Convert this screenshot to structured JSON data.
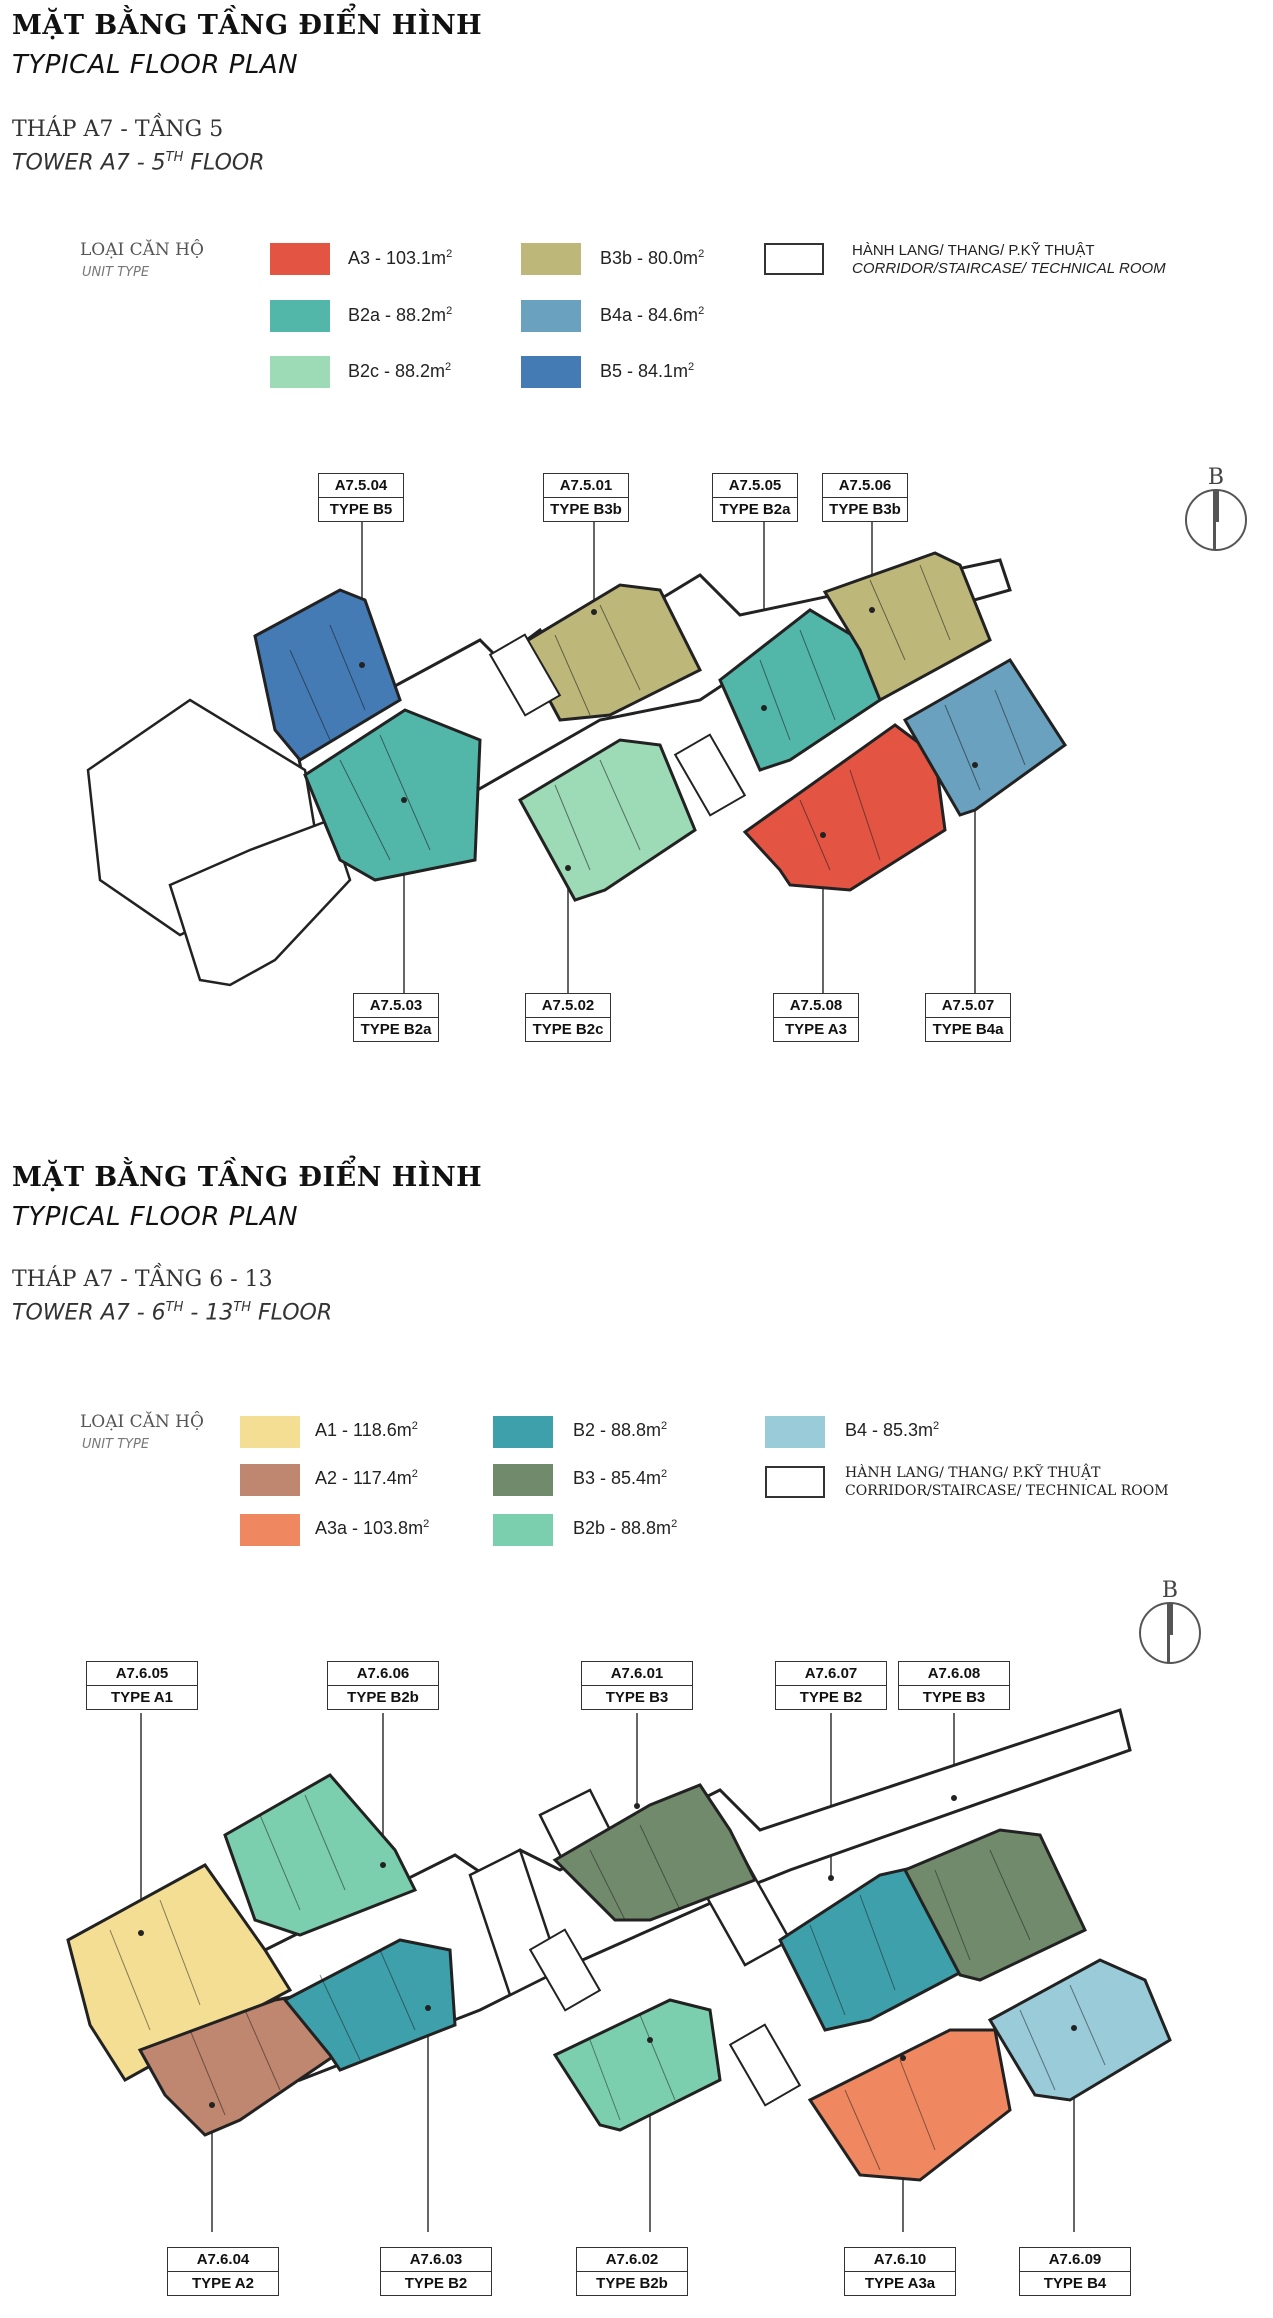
{
  "floor5": {
    "title_vn": "MẶT BẰNG TẦNG ĐIỂN HÌNH",
    "title_en": "TYPICAL FLOOR PLAN",
    "subtitle_vn": "THÁP A7 - TẦNG 5",
    "subtitle_en_prefix": "TOWER A7 - 5",
    "subtitle_en_sup": "TH",
    "subtitle_en_suffix": " FLOOR",
    "legend": {
      "title_vn": "LOẠI CĂN HỘ",
      "title_en": "UNIT TYPE",
      "items": [
        {
          "label": "A3 - 103.1m",
          "color": "#e35443"
        },
        {
          "label": "B2a - 88.2m",
          "color": "#52b6a8"
        },
        {
          "label": "B2c - 88.2m",
          "color": "#9ddab6"
        },
        {
          "label": "B3b - 80.0m",
          "color": "#bdb87a"
        },
        {
          "label": "B4a - 84.6m",
          "color": "#6aa1be"
        },
        {
          "label": "B5 - 84.1m",
          "color": "#457bb4"
        }
      ],
      "corridor_vn": "HÀNH LANG/ THANG/ P.KỸ THUẬT",
      "corridor_en": "CORRIDOR/STAIRCASE/ TECHNICAL ROOM",
      "sup": "2"
    },
    "callouts_top": [
      {
        "code": "A7.5.04",
        "type": "TYPE B5"
      },
      {
        "code": "A7.5.01",
        "type": "TYPE B3b"
      },
      {
        "code": "A7.5.05",
        "type": "TYPE B2a"
      },
      {
        "code": "A7.5.06",
        "type": "TYPE B3b"
      }
    ],
    "callouts_bottom": [
      {
        "code": "A7.5.03",
        "type": "TYPE B2a"
      },
      {
        "code": "A7.5.02",
        "type": "TYPE B2c"
      },
      {
        "code": "A7.5.08",
        "type": "TYPE A3"
      },
      {
        "code": "A7.5.07",
        "type": "TYPE B4a"
      }
    ],
    "compass_label": "B"
  },
  "floor6_13": {
    "title_vn": "MẶT BẰNG TẦNG ĐIỂN HÌNH",
    "title_en": "TYPICAL FLOOR PLAN",
    "subtitle_vn": "THÁP A7 - TẦNG 6 - 13",
    "subtitle_en_prefix": "TOWER A7 - 6",
    "subtitle_en_sup": "TH",
    "subtitle_en_mid": " - 13",
    "subtitle_en_sup2": "TH",
    "subtitle_en_suffix": " FLOOR",
    "legend": {
      "title_vn": "LOẠI CĂN HỘ",
      "title_en": "UNIT TYPE",
      "items": [
        {
          "label": "A1 - 118.6m",
          "color": "#f3de94"
        },
        {
          "label": "A2 - 117.4m",
          "color": "#bf8670"
        },
        {
          "label": "A3a - 103.8m",
          "color": "#ef8760"
        },
        {
          "label": "B2 - 88.8m",
          "color": "#3ea0ab"
        },
        {
          "label": "B3 - 85.4m",
          "color": "#718a6b"
        },
        {
          "label": "B2b - 88.8m",
          "color": "#7bcfae"
        },
        {
          "label": "B4 - 85.3m",
          "color": "#9acbd9"
        }
      ],
      "corridor_vn": "HÀNH LANG/ THANG/ P.KỸ THUẬT",
      "corridor_en": "CORRIDOR/STAIRCASE/ TECHNICAL ROOM",
      "sup": "2"
    },
    "callouts_top": [
      {
        "code": "A7.6.05",
        "type": "TYPE A1"
      },
      {
        "code": "A7.6.06",
        "type": "TYPE B2b"
      },
      {
        "code": "A7.6.01",
        "type": "TYPE B3"
      },
      {
        "code": "A7.6.07",
        "type": "TYPE B2"
      },
      {
        "code": "A7.6.08",
        "type": "TYPE B3"
      }
    ],
    "callouts_bottom": [
      {
        "code": "A7.6.04",
        "type": "TYPE A2"
      },
      {
        "code": "A7.6.03",
        "type": "TYPE B2"
      },
      {
        "code": "A7.6.02",
        "type": "TYPE B2b"
      },
      {
        "code": "A7.6.10",
        "type": "TYPE A3a"
      },
      {
        "code": "A7.6.09",
        "type": "TYPE B4"
      }
    ],
    "compass_label": "B"
  }
}
